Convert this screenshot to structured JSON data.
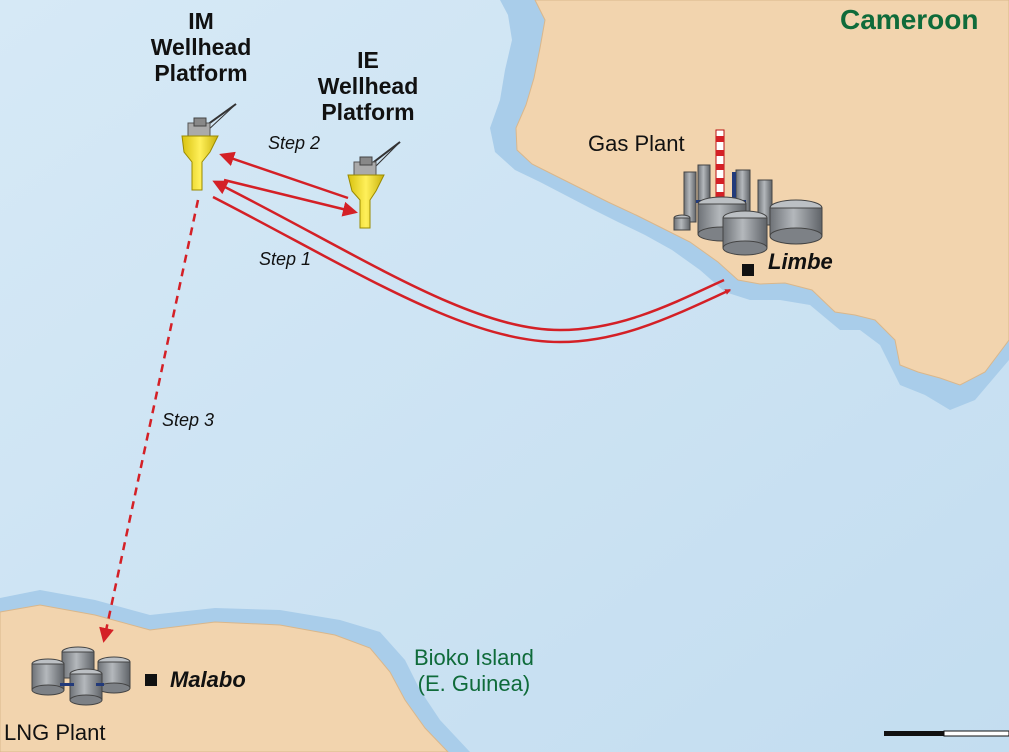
{
  "platforms": {
    "im": {
      "title": "IM\nWellhead\nPlatform"
    },
    "ie": {
      "title": "IE\nWellhead\nPlatform"
    }
  },
  "places": {
    "country": "Cameroon",
    "gas_plant": "Gas Plant",
    "limbe": "Limbe",
    "malabo": "Malabo",
    "lng_plant": "LNG Plant",
    "island": "Bioko Island\n(E. Guinea)"
  },
  "steps": {
    "step1": "Step 1",
    "step2": "Step 2",
    "step3": "Step 3"
  },
  "colors": {
    "sea": "#cfe4f3",
    "shallow": "#a8cdea",
    "land": "#f2d4ae",
    "route": "#d42026",
    "platform": "#f4e11a",
    "tank": "#8a8e93",
    "country_text": "#0f6b3a"
  }
}
